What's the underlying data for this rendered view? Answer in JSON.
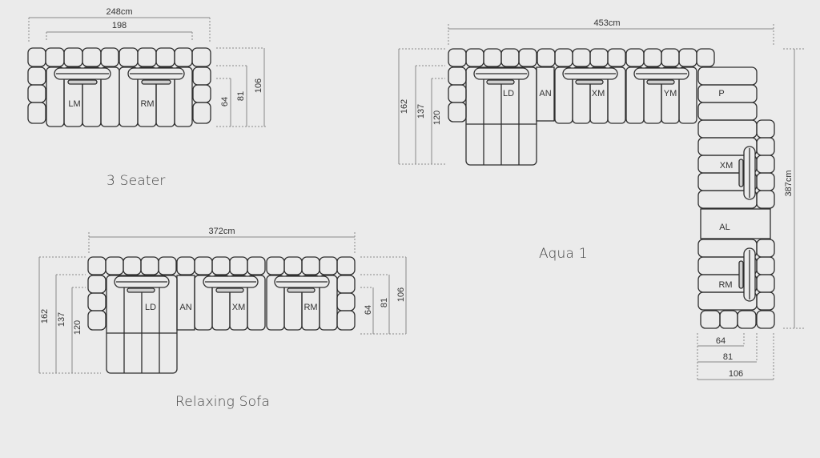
{
  "three_seater": {
    "caption": "3 Seater",
    "width_total": "248cm",
    "width_inner": "198",
    "depths": [
      "64",
      "81",
      "106"
    ],
    "modules": [
      "LM",
      "RM"
    ]
  },
  "relaxing_sofa": {
    "caption": "Relaxing Sofa",
    "width_total": "372cm",
    "left_depths": [
      "162",
      "137",
      "120"
    ],
    "right_depths": [
      "64",
      "81",
      "106"
    ],
    "modules": [
      "LD",
      "AN",
      "XM",
      "RM"
    ]
  },
  "aqua_1": {
    "caption": "Aqua 1",
    "width_total": "453cm",
    "height_total": "387cm",
    "left_depths": [
      "162",
      "137",
      "120"
    ],
    "bottom_depths": [
      "64",
      "81",
      "106"
    ],
    "modules_top": [
      "LD",
      "AN",
      "XM",
      "YM",
      "P"
    ],
    "modules_side": [
      "XM",
      "AL",
      "RM"
    ]
  },
  "colors": {
    "background": "#ebebeb",
    "line": "#2e2e2e",
    "dim_line": "#777777"
  }
}
